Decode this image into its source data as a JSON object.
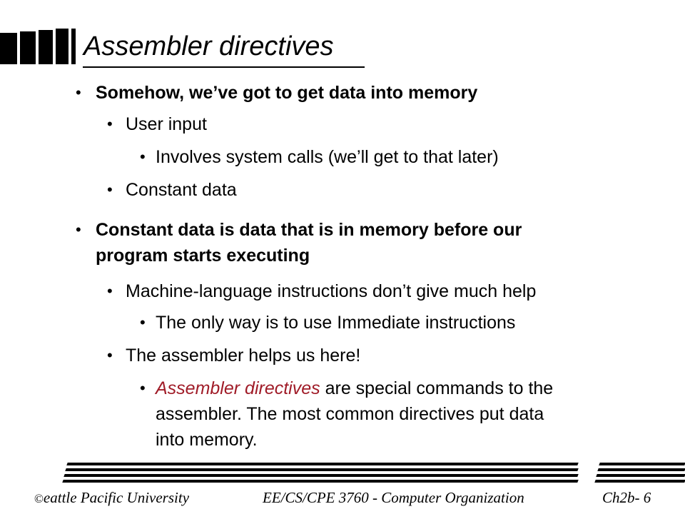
{
  "slide": {
    "title": "Assembler directives",
    "bullets": [
      {
        "level": 1,
        "text": "Somehow, we’ve got to get data into memory",
        "bold": true
      },
      {
        "level": 2,
        "text": "User input"
      },
      {
        "level": 3,
        "text": "Involves system calls (we’ll get to that later)"
      },
      {
        "level": 2,
        "text": "Constant data"
      },
      {
        "level": 1,
        "text_line1": "Constant data is data that is in memory before our",
        "text_line2": "program starts executing",
        "bold": true
      },
      {
        "level": 2,
        "text": "Machine-language instructions don’t give much help"
      },
      {
        "level": 3,
        "text": "The only way is to use Immediate instructions"
      },
      {
        "level": 2,
        "text": "The assembler helps us here!"
      },
      {
        "level": 3,
        "highlight": "Assembler directives",
        "text_line1_rest": " are special commands to the",
        "text_line2": "assembler.  The most common directives put data",
        "text_line3": "into memory."
      }
    ],
    "bullet_glyph": "•"
  },
  "footer": {
    "copyright_symbol": "©",
    "institution": "eattle Pacific University",
    "course": "EE/CS/CPE 3760 - Computer Organization",
    "page": "Ch2b- 6"
  },
  "colors": {
    "text": "#000000",
    "highlight": "#a01c28",
    "background": "#ffffff"
  }
}
